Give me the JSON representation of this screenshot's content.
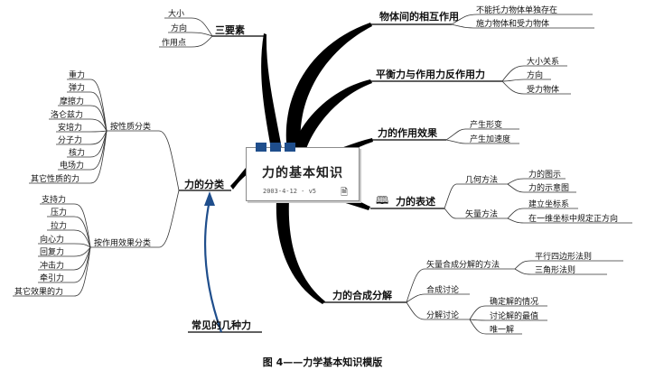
{
  "center": {
    "title": "力的基本知识",
    "date": "2003-4-12 - v5",
    "notes_icon": "notes-icon",
    "square_color": "#1f4e8c"
  },
  "branches": {
    "elements": {
      "label": "三要素",
      "items": [
        "大小",
        "方向",
        "作用点"
      ]
    },
    "interaction": {
      "label": "物体间的相互作用",
      "items": [
        "不能托力物体单独存在",
        "施力物体和受力物体"
      ]
    },
    "balance": {
      "label": "平衡力与作用力反作用力",
      "items": [
        "大小关系",
        "方向",
        "受力物体"
      ]
    },
    "effect": {
      "label": "力的作用效果",
      "items": [
        "产生形变",
        "产生加速度"
      ]
    },
    "representation": {
      "label": "力的表述",
      "book_icon": "open-book-icon",
      "geometric": {
        "label": "几何方法",
        "items": [
          "力的图示",
          "力的示意图"
        ]
      },
      "vector": {
        "label": "矢量方法",
        "items": [
          "建立坐标系",
          "在一维坐标中规定正方向"
        ]
      }
    },
    "composition": {
      "label": "力的合成分解",
      "vector_comp": {
        "label": "矢量合成分解的方法",
        "items": [
          "平行四边形法则",
          "三角形法则"
        ]
      },
      "synthesis": {
        "label": "合成讨论"
      },
      "decomposition": {
        "label": "分解讨论",
        "items": [
          "确定解的情况",
          "讨论解的最值",
          "唯一解"
        ]
      }
    },
    "classification": {
      "label": "力的分类",
      "by_nature": {
        "label": "按性质分类",
        "items": [
          "重力",
          "弹力",
          "摩擦力",
          "洛仑兹力",
          "安培力",
          "分子力",
          "核力",
          "电场力",
          "其它性质的力"
        ]
      },
      "by_effect": {
        "label": "按作用效果分类",
        "items": [
          "支持力",
          "压力",
          "拉力",
          "向心力",
          "回复力",
          "冲击力",
          "牵引力",
          "其它效果的力"
        ]
      }
    },
    "common": {
      "label": "常见的几种力"
    }
  },
  "caption": "图 4——力学基本知识模版",
  "colors": {
    "branch": "#000000",
    "arrow": "#1f4e8c",
    "line": "#333333"
  }
}
